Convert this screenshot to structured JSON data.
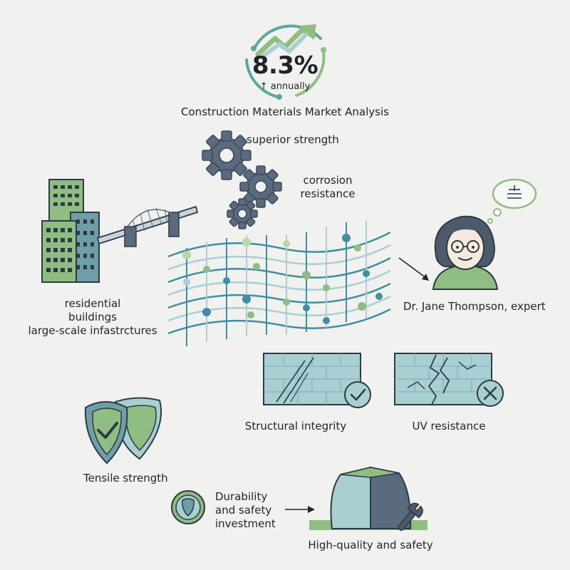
{
  "header": {
    "growth_value": "8.3%",
    "growth_sub": "↑ annually",
    "title": "Construction Materials Market Analysis"
  },
  "properties": {
    "strength": "superior strength",
    "corrosion_line1": "corrosion",
    "corrosion_line2": "resistance"
  },
  "applications": {
    "line1": "residential",
    "line2": "buildings",
    "line3": "large-scale infastrctures"
  },
  "expert": {
    "name": "Dr. Jane Thompson, expert"
  },
  "tests": {
    "pass_label": "Structural integrity",
    "fail_label": "UV resistance"
  },
  "shield": {
    "label": "Tensile strength"
  },
  "investment": {
    "line1": "Durability",
    "line2": "and safety",
    "line3": "investment"
  },
  "footer": {
    "label": "High-quality and safety"
  },
  "colors": {
    "green": "#8fbd82",
    "teal": "#3f8fa2",
    "slate": "#5a6b7f",
    "light_teal": "#a9cfd3"
  }
}
